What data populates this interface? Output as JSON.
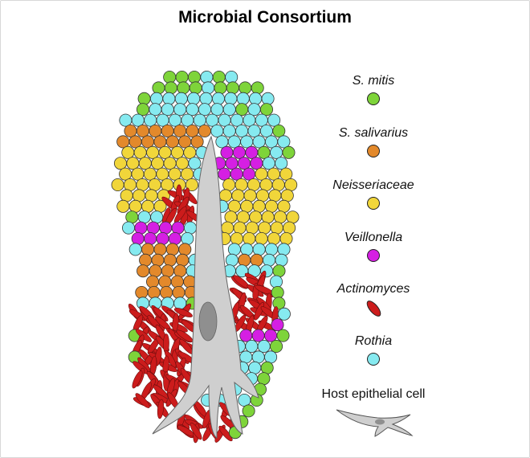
{
  "title": "Microbial Consortium",
  "legend": [
    {
      "label": "S. mitis",
      "color": "#7ed43a",
      "shape": "circle",
      "italic": true
    },
    {
      "label": "S. salivarius",
      "color": "#e3892b",
      "shape": "circle",
      "italic": true
    },
    {
      "label": "Neisseriaceae",
      "color": "#f1d63a",
      "shape": "circle",
      "italic": true
    },
    {
      "label": "Veillonella",
      "color": "#d51fe3",
      "shape": "circle",
      "italic": true
    },
    {
      "label": "Actinomyces",
      "color": "#cc1c1c",
      "shape": "rod",
      "italic": true
    },
    {
      "label": "Rothia",
      "color": "#86eaf0",
      "shape": "circle",
      "italic": true
    },
    {
      "label": "Host epithelial cell",
      "color": "#cfcfcf",
      "shape": "host",
      "italic": false
    }
  ],
  "colors": {
    "mitis": "#7ed43a",
    "salivarius": "#e3892b",
    "neisseriaceae": "#f1d63a",
    "veillonella": "#d51fe3",
    "actinomyces": "#cc1c1c",
    "rothia": "#86eaf0",
    "host": "#cfcfcf",
    "nucleus": "#8f8f8f"
  }
}
